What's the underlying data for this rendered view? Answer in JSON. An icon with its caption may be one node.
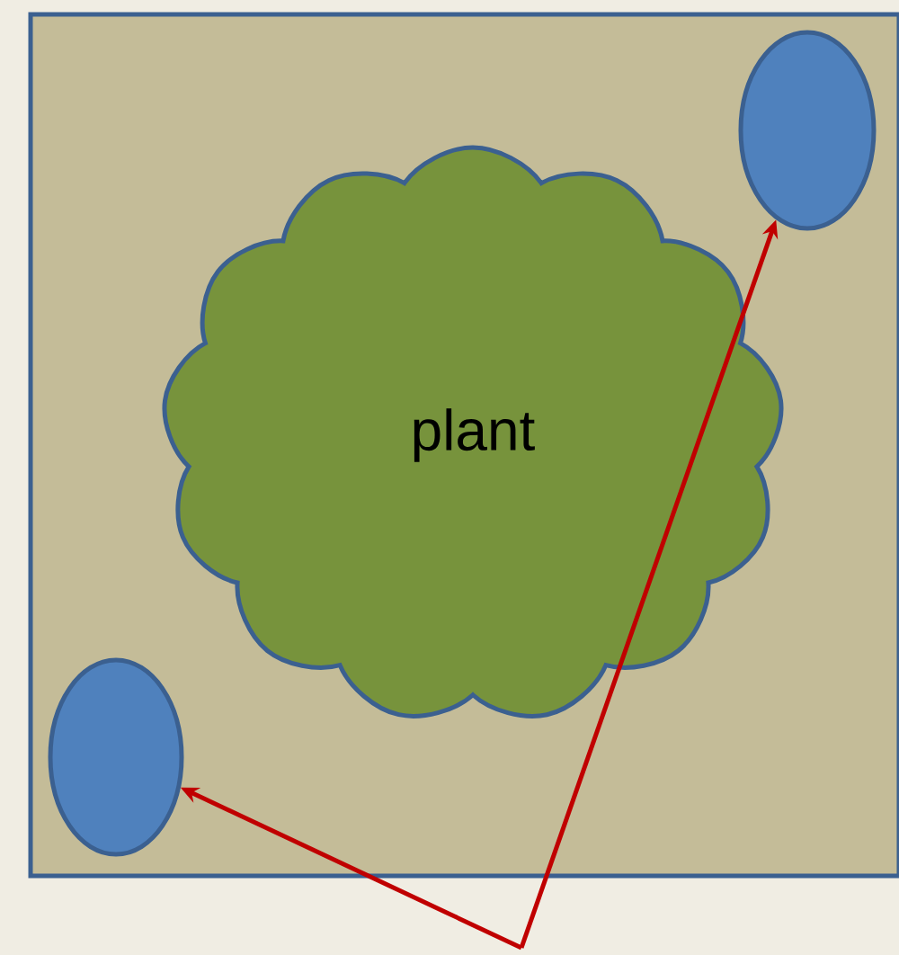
{
  "diagram": {
    "nodes": [
      {
        "text": [],
        "shape": "box"
      },
      {
        "text": [
          "plant"
        ],
        "in": 0
      },
      {
        "text": [],
        "shape": "ellipse",
        "in": 0
      },
      {
        "text": [],
        "shape": "ellipse",
        "in": 0
      }
    ],
    "edges": [
      {
        "from": null,
        "to": 2,
        "arrow": "to"
      },
      {
        "from": null,
        "to": 3,
        "arrow": "to"
      }
    ]
  }
}
